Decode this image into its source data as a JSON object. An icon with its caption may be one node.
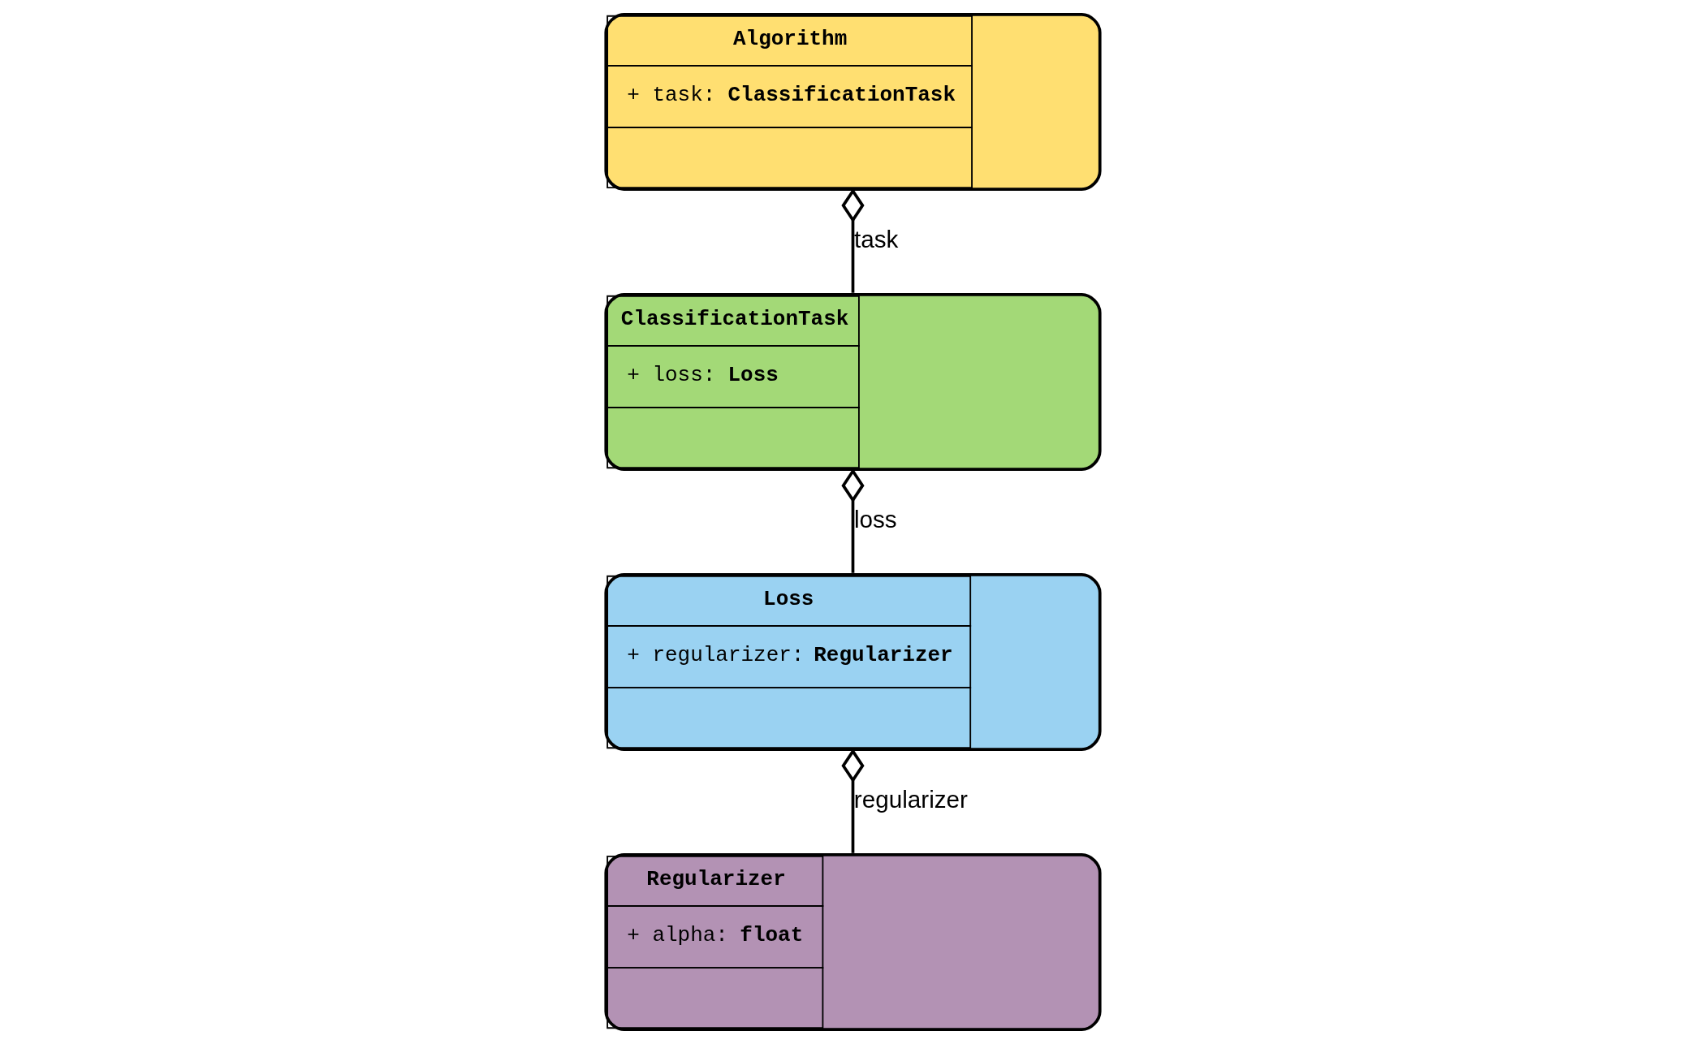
{
  "diagram": {
    "nodes": [
      {
        "text": [
          "Algorithm",
          "+ task: ClassificationTask"
        ]
      },
      {
        "text": [
          "ClassificationTask",
          "+ loss: Loss"
        ]
      },
      {
        "text": [
          "Loss",
          "+ regularizer: Regularizer"
        ]
      },
      {
        "text": [
          "Regularizer",
          "+ alpha: float"
        ]
      }
    ],
    "edges": [
      {
        "from": 0,
        "to": 1,
        "arrow": "other",
        "label": "task"
      },
      {
        "from": 1,
        "to": 2,
        "arrow": "other",
        "label": "loss"
      },
      {
        "from": 2,
        "to": 3,
        "arrow": "other",
        "label": "regularizer"
      }
    ]
  }
}
